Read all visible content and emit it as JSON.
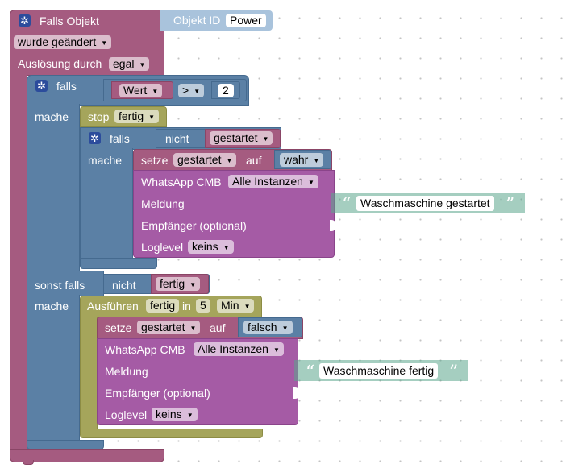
{
  "trigger": {
    "title": "Falls Objekt",
    "object_id_label": "Objekt ID",
    "object_id_value": "Power",
    "changed_option": "wurde geändert",
    "trigger_label": "Auslösung durch",
    "trigger_option": "egal"
  },
  "if_block": {
    "if_label": "falls",
    "do_label": "mache",
    "elseif_label": "sonst falls",
    "compare_left": "Wert",
    "compare_op": ">",
    "compare_right": "2"
  },
  "stop_block": {
    "label": "stop",
    "option": "fertig"
  },
  "inner_if": {
    "if_label": "falls",
    "not_label": "nicht",
    "variable": "gestartet",
    "do_label": "mache"
  },
  "set_started": {
    "set_label": "setze",
    "variable": "gestartet",
    "to_label": "auf",
    "value": "wahr"
  },
  "whatsapp1": {
    "label": "WhatsApp CMB",
    "instances": "Alle Instanzen",
    "message_label": "Meldung",
    "message_value": "Waschmaschine gestartet",
    "recipient_label": "Empfänger (optional)",
    "loglevel_label": "Loglevel",
    "loglevel_value": "keins"
  },
  "elseif_cond": {
    "not_label": "nicht",
    "variable": "fertig"
  },
  "elseif_do_label": "mache",
  "run_after": {
    "label": "Ausführen",
    "variable": "fertig",
    "in_label": "in",
    "amount": "5",
    "unit": "Min"
  },
  "set_stopped": {
    "set_label": "setze",
    "variable": "gestartet",
    "to_label": "auf",
    "value": "falsch"
  },
  "whatsapp2": {
    "label": "WhatsApp CMB",
    "instances": "Alle Instanzen",
    "message_label": "Meldung",
    "message_value": "Waschmaschine fertig",
    "recipient_label": "Empfänger (optional)",
    "loglevel_label": "Loglevel",
    "loglevel_value": "keins"
  },
  "colors": {
    "trigger": "#A55B80",
    "logic": "#5B80A5",
    "control": "#A5A55B",
    "action": "#A55BA5",
    "text": "#5BA58C"
  }
}
